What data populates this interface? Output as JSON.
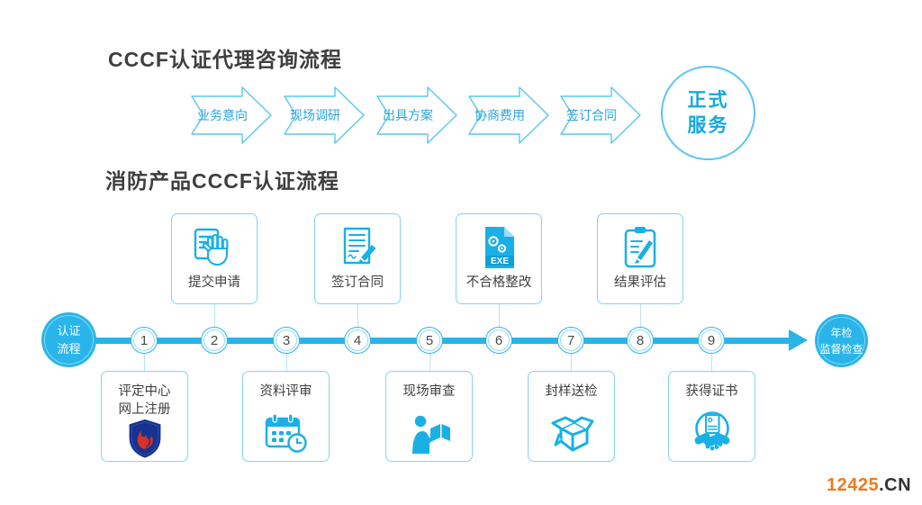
{
  "consulting_flow": {
    "title": "CCCF认证代理咨询流程",
    "steps": [
      {
        "label": "业务意向"
      },
      {
        "label": "现场调研"
      },
      {
        "label": "出具方案"
      },
      {
        "label": "协商费用"
      },
      {
        "label": "签订合同"
      }
    ],
    "result_circle": {
      "text": "正式\n服务"
    }
  },
  "certification_flow": {
    "title": "消防产品CCCF认证流程",
    "start_circle": {
      "text": "认证\n流程"
    },
    "end_circle": {
      "text": "年检\n监督检查"
    },
    "steps": [
      {
        "num": "1",
        "label": "评定中心\n网上注册",
        "side": "below",
        "icon": "fire-shield-icon"
      },
      {
        "num": "2",
        "label": "提交申请",
        "side": "above",
        "icon": "submit-application-icon"
      },
      {
        "num": "3",
        "label": "资料评审",
        "side": "below",
        "icon": "calendar-clock-icon"
      },
      {
        "num": "4",
        "label": "签订合同",
        "side": "above",
        "icon": "contract-pencil-icon"
      },
      {
        "num": "5",
        "label": "现场审查",
        "side": "below",
        "icon": "person-reading-icon"
      },
      {
        "num": "6",
        "label": "不合格整改",
        "side": "above",
        "icon": "exe-file-icon"
      },
      {
        "num": "7",
        "label": "封样送检",
        "side": "below",
        "icon": "open-box-icon"
      },
      {
        "num": "8",
        "label": "结果评估",
        "side": "above",
        "icon": "clipboard-check-icon"
      },
      {
        "num": "9",
        "label": "获得证书",
        "side": "below",
        "icon": "certificate-handshake-icon"
      }
    ],
    "exe_icon_text": "EXE"
  },
  "footer": {
    "brand_number": "12425",
    "brand_tld": ".CN"
  },
  "colors": {
    "primary_cyan": "#29b5e9",
    "icon_cyan": "#1ab0e6",
    "box_border": "#85d4f2",
    "arrow_outline": "#5ac7f0",
    "arrow_text": "#2ba5dc",
    "result_text": "#13a8e2",
    "title_text": "#3e3e3e",
    "brand_orange": "#f0791c",
    "shield_navy": "#17338f",
    "flame_red": "#d63226"
  }
}
